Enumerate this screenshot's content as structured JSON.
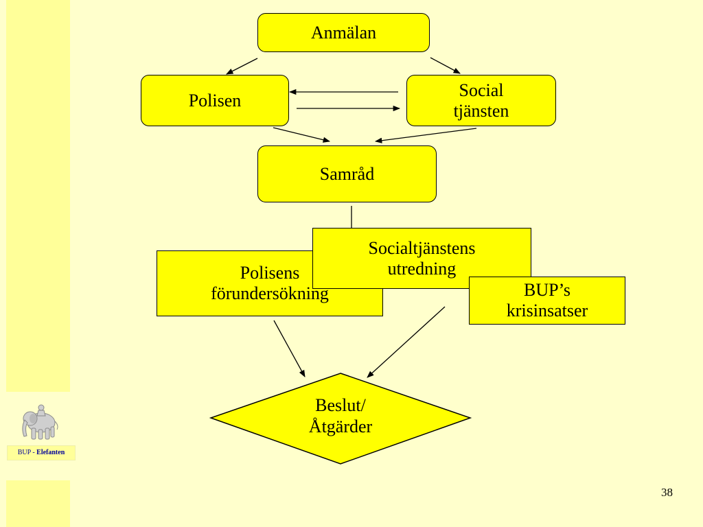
{
  "sidebar": {
    "caption_prefix": "BUP - ",
    "caption_bold": "Elefanten"
  },
  "logo": {
    "icon": "elephant-icon"
  },
  "nodes": {
    "anmalan": "Anmälan",
    "polisen": "Polisen",
    "social_line1": "Social",
    "social_line2": "tjänsten",
    "samrad": "Samråd",
    "polisens_line1": "Polisens",
    "polisens_line2": "förundersökning",
    "socialtjanstens_line1": "Socialtjänstens",
    "socialtjanstens_line2": "utredning",
    "bup_line1": "BUP’s",
    "bup_line2": "krisinsatser",
    "beslut_line1": "Beslut/",
    "beslut_line2": "Åtgärder"
  },
  "colors": {
    "node_fill": "#ffff00",
    "background": "#ffffcc",
    "sidebar": "#ffff99"
  },
  "footer": {
    "page_number": "38"
  }
}
